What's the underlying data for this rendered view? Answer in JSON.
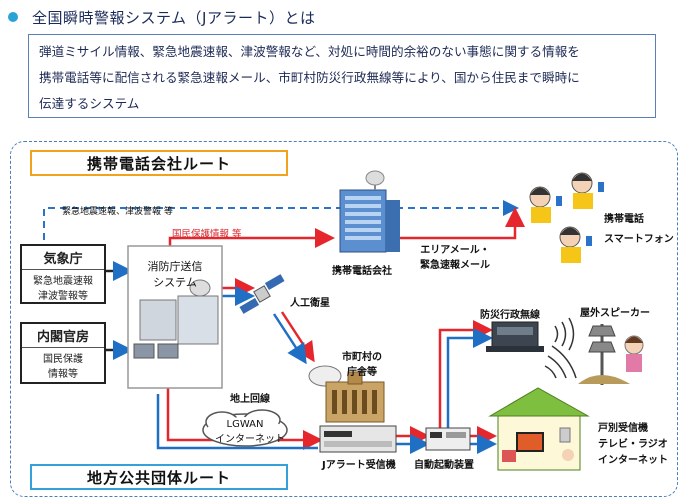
{
  "title": "全国瞬時警報システム（Jアラート）とは",
  "description_lines": [
    "弾道ミサイル情報、緊急地震速報、津波警報など、対処に時間的余裕のない事態に関する情報を",
    "携帯電話等に配信される緊急速報メール、市町村防災行政無線等により、国から住民まで瞬時に",
    "伝達するシステム"
  ],
  "routes": {
    "top": "携帯電話会社ルート",
    "bottom": "地方公共団体ルート"
  },
  "sources": {
    "meteo": {
      "title": "気象庁",
      "lines": [
        "緊急地震速報",
        "津波警報等"
      ]
    },
    "cabinet": {
      "title": "内閣官房",
      "lines": [
        "国民保護",
        "情報等"
      ]
    }
  },
  "labels": {
    "quake_tsunami": "緊急地震速報、津波警報 等",
    "civil_protection": "国民保護情報 等",
    "fdma_line1": "消防庁送信",
    "fdma_line2": "システム",
    "satellite": "人工衛星",
    "carrier": "携帯電話会社",
    "area_mail_1": "エリアメール・",
    "area_mail_2": "緊急速報メール",
    "mobile_phone": "携帯電話",
    "smartphone": "スマートフォン",
    "municipal_1": "市町村の",
    "municipal_2": "庁舎等",
    "ground_line": "地上回線",
    "lgwan_1": "LGWAN",
    "lgwan_2": "インターネット",
    "jalert_receiver": "Jアラート受信機",
    "auto_start": "自動起動装置",
    "bosai_radio": "防災行政無線",
    "outdoor_speaker": "屋外スピーカー",
    "household_1": "戸別受信機",
    "household_2": "テレビ・ラジオ",
    "household_3": "インターネット"
  },
  "colors": {
    "red": "#e5262d",
    "blue": "#1f6fc5",
    "dashed_blue": "#2a73c8",
    "route_top_border": "#f3a21d",
    "route_bottom_border": "#35a0d9"
  }
}
